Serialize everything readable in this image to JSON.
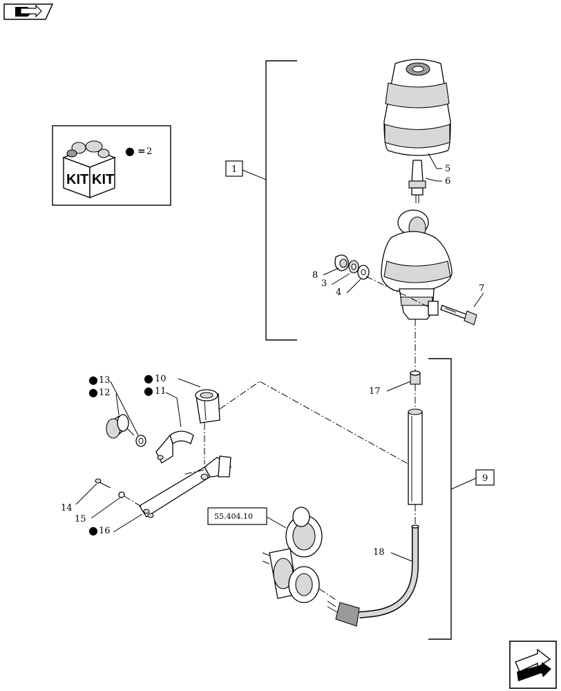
{
  "header": {
    "nav_icon": "back-arrow-icon"
  },
  "kit_legend": {
    "icon": "kit-box-icon",
    "box_label_left": "KIT",
    "box_label_right": "KIT",
    "symbol": "●",
    "equals": "=",
    "value": "2"
  },
  "callouts": {
    "c1": "1",
    "c3": "3",
    "c4": "4",
    "c5": "5",
    "c6": "6",
    "c7": "7",
    "c8": "8",
    "c9": "9",
    "c10": "10",
    "c11": "11",
    "c12": "12",
    "c13": "13",
    "c14": "14",
    "c15": "15",
    "c16": "16",
    "c17": "17",
    "c18": "18"
  },
  "reference": {
    "label": "55.404.10"
  },
  "footer": {
    "nav_icon": "next-arrow-icon"
  }
}
